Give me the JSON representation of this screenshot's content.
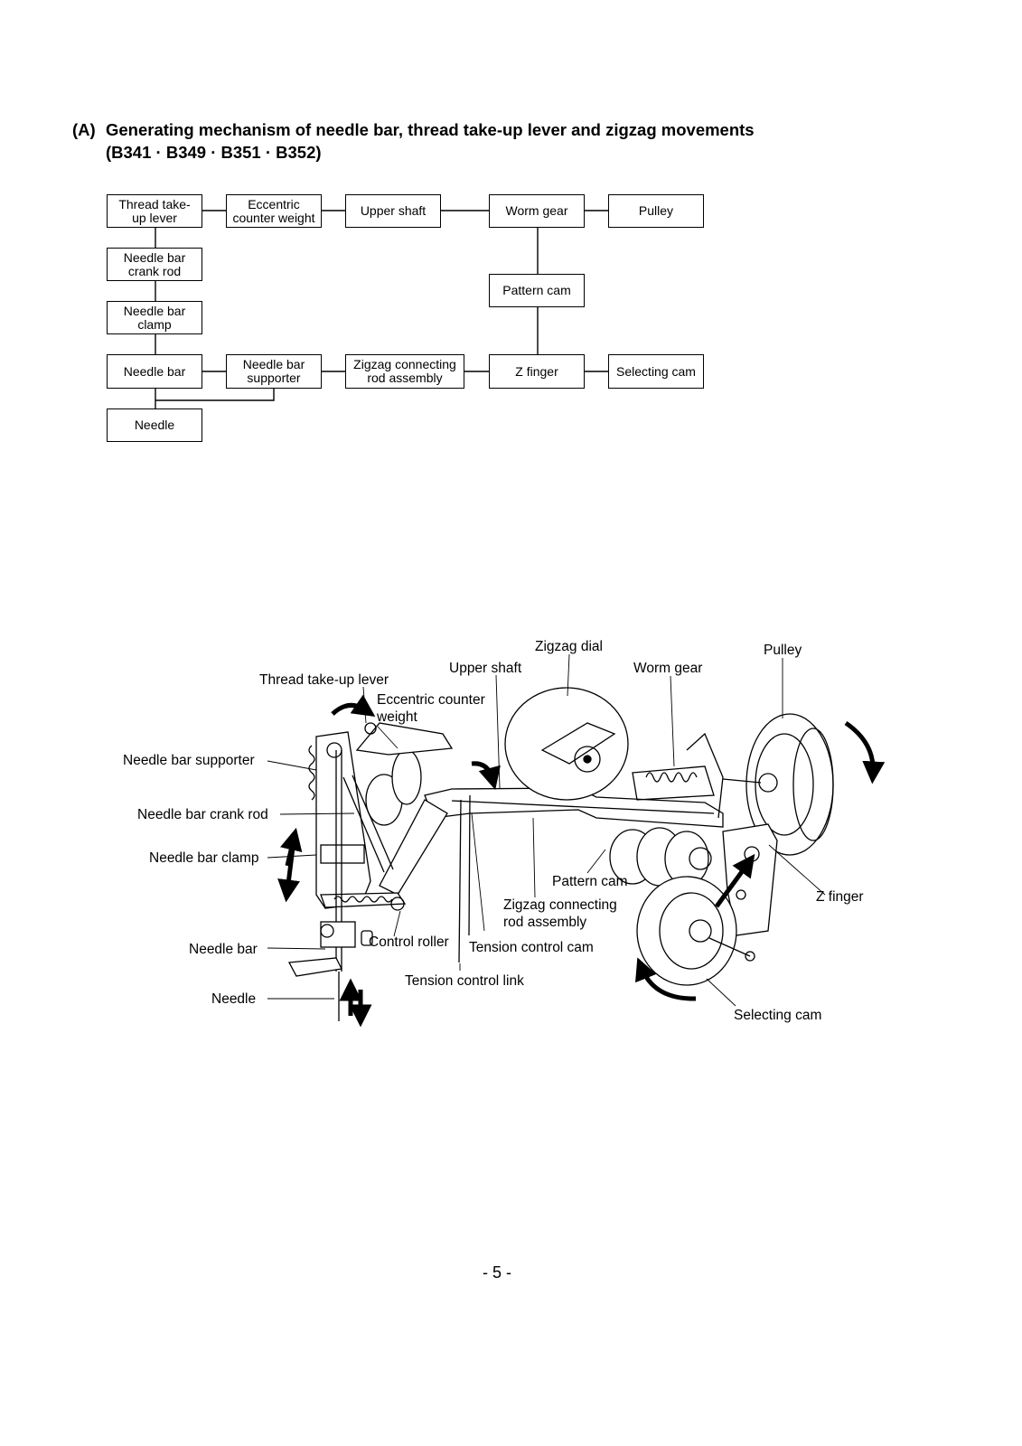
{
  "heading": {
    "marker": "(A)",
    "title_line1": "Generating mechanism of needle bar, thread take-up lever and zigzag movements",
    "title_line2": "(B341 · B349 · B351 · B352)"
  },
  "flowchart": {
    "boxes": {
      "thread_takeup_lever": "Thread take-\nup lever",
      "eccentric_counter_weight": "Eccentric\ncounter weight",
      "upper_shaft": "Upper shaft",
      "worm_gear": "Worm gear",
      "pulley": "Pulley",
      "needle_bar_crank_rod": "Needle bar\ncrank rod",
      "pattern_cam": "Pattern cam",
      "needle_bar_clamp": "Needle bar\nclamp",
      "needle_bar": "Needle bar",
      "needle_bar_supporter": "Needle bar\nsupporter",
      "zigzag_connecting_rod_assembly": "Zigzag connecting\nrod assembly",
      "z_finger": "Z finger",
      "selecting_cam": "Selecting cam",
      "needle": "Needle"
    }
  },
  "illustration": {
    "labels": {
      "zigzag_dial": "Zigzag dial",
      "pulley": "Pulley",
      "upper_shaft": "Upper shaft",
      "worm_gear": "Worm gear",
      "thread_takeup_lever": "Thread take-up lever",
      "eccentric_counter_weight": "Eccentric counter\nweight",
      "needle_bar_supporter": "Needle bar supporter",
      "needle_bar_crank_rod": "Needle bar crank rod",
      "needle_bar_clamp": "Needle bar clamp",
      "pattern_cam": "Pattern cam",
      "z_finger": "Z finger",
      "zigzag_connecting_rod_assembly": "Zigzag connecting\nrod assembly",
      "control_roller": "Control roller",
      "tension_control_cam": "Tension control cam",
      "needle_bar": "Needle bar",
      "tension_control_link": "Tension control link",
      "needle": "Needle",
      "selecting_cam": "Selecting cam"
    }
  },
  "page_number": "- 5 -"
}
